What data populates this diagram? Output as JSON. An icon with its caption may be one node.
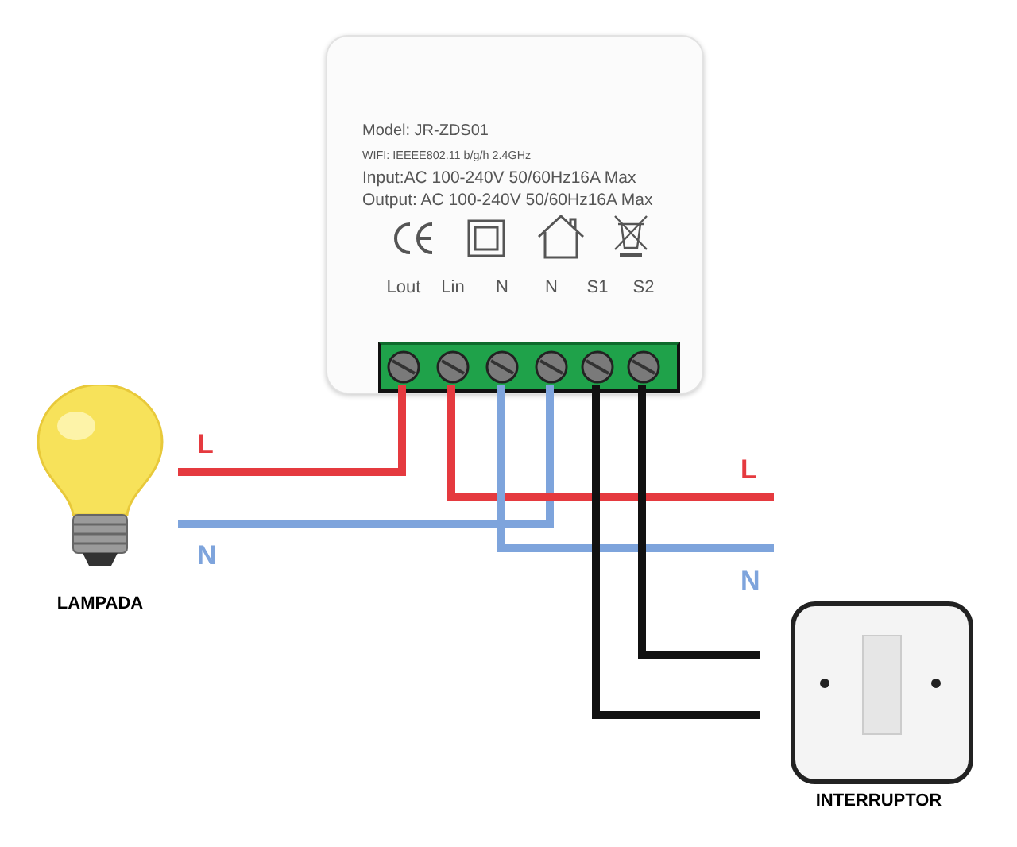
{
  "diagram": {
    "nodes": [
      {
        "text": [
          "Model: JR-ZDS01",
          "WIFI: IEEEE802.11 b/g/h 2.4GHz",
          "Input:AC 100-240V 50/60Hz16A Max",
          "Output: AC 100-240V 50/60Hz16A Max"
        ]
      },
      {
        "text": [
          "Lout"
        ],
        "in": 0
      },
      {
        "text": [
          "Lin"
        ],
        "in": 0
      },
      {
        "text": [
          "N"
        ],
        "in": 0
      },
      {
        "text": [
          "N"
        ],
        "in": 0
      },
      {
        "text": [
          "S1"
        ],
        "in": 0
      },
      {
        "text": [
          "S2"
        ],
        "in": 0
      },
      {
        "text": [
          "LAMPADA"
        ]
      },
      {
        "text": [
          "INTERRUPTOR"
        ]
      }
    ],
    "edges": [
      {
        "from": 7,
        "to": 1,
        "arrow": "none",
        "label": "L",
        "color": "#e53a3f"
      },
      {
        "from": 7,
        "to": 4,
        "arrow": "none",
        "label": "N",
        "color": "#7ea4dc"
      },
      {
        "from": 2,
        "to": null,
        "arrow": "none",
        "label": "L",
        "color": "#e53a3f"
      },
      {
        "from": 3,
        "to": null,
        "arrow": "none",
        "label": "N",
        "color": "#7ea4dc"
      },
      {
        "from": 5,
        "to": 8,
        "arrow": "none",
        "color": "#111111"
      },
      {
        "from": 6,
        "to": 8,
        "arrow": "none",
        "color": "#111111"
      }
    ]
  }
}
